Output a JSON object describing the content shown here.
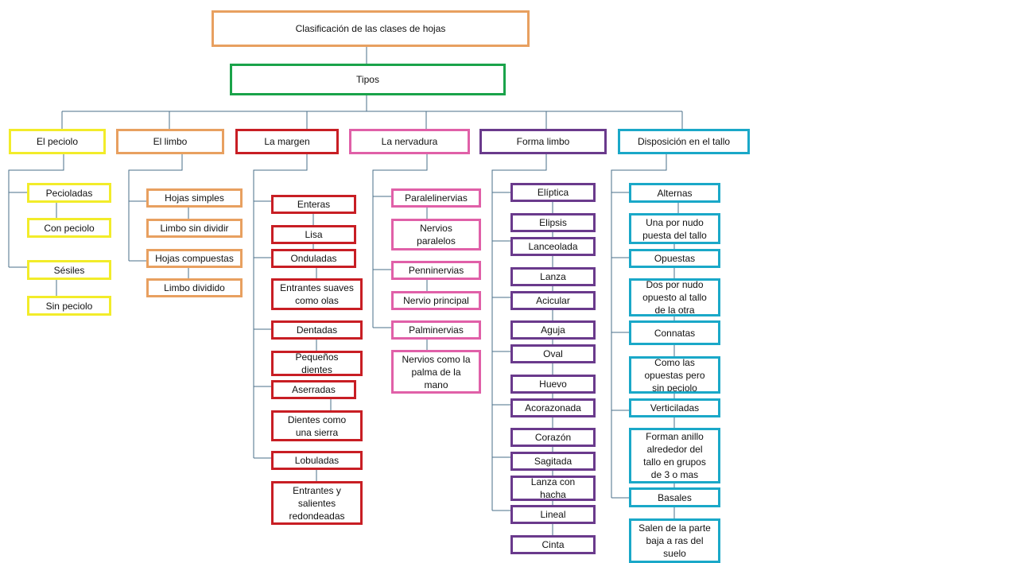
{
  "colors": {
    "title": "#e8a060",
    "tipos": "#1aa34a",
    "peciolo": "#f2ec2a",
    "limbo": "#e8a060",
    "margen": "#c81e24",
    "nervadura": "#e060a8",
    "forma": "#6a3a8c",
    "disposicion": "#1aa8c8",
    "connector": "#4a6f8a"
  },
  "diagram": {
    "title": "Clasificación de las clases de hojas",
    "tipos": "Tipos",
    "peciolo": {
      "header": "El peciolo",
      "items": [
        "Pecioladas",
        "Con peciolo",
        "Sésiles",
        "Sin peciolo"
      ]
    },
    "limbo": {
      "header": "El limbo",
      "items": [
        "Hojas simples",
        "Limbo sin dividir",
        "Hojas compuestas",
        "Limbo dividido"
      ]
    },
    "margen": {
      "header": "La margen",
      "items": [
        "Enteras",
        "Lisa",
        "Onduladas",
        "Entrantes suaves\ncomo olas",
        "Dentadas",
        "Pequeños\ndientes",
        "Aserradas",
        "Dientes como\nuna sierra",
        "Lobuladas",
        "Entrantes y\nsalientes\nredondeadas"
      ]
    },
    "nervadura": {
      "header": "La nervadura",
      "items": [
        "Paralelinervias",
        "Nervios\nparalelos",
        "Penninervias",
        "Nervio principal",
        "Palminervias",
        "Nervios como la\npalma de la\nmano"
      ]
    },
    "forma": {
      "header": "Forma limbo",
      "items": [
        "Elíptica",
        "Elipsis",
        "Lanceolada",
        "Lanza",
        "Acicular",
        "Aguja",
        "Oval",
        "Huevo",
        "Acorazonada",
        "Corazón",
        "Sagitada",
        "Lanza con\nhacha",
        "Lineal",
        "Cinta"
      ]
    },
    "disposicion": {
      "header": "Disposición en el tallo",
      "items": [
        "Alternas",
        "Una por nudo\npuesta del tallo",
        "Opuestas",
        "Dos por nudo\nopuesto al tallo\nde la otra",
        "Connatas",
        "Como las\nopuestas pero\nsin peciolo",
        "Verticiladas",
        "Forman anillo\nalrededor del\ntallo en grupos\nde 3 o mas",
        "Basales",
        "Salen de la parte\nbaja a ras del\nsuelo"
      ]
    }
  }
}
